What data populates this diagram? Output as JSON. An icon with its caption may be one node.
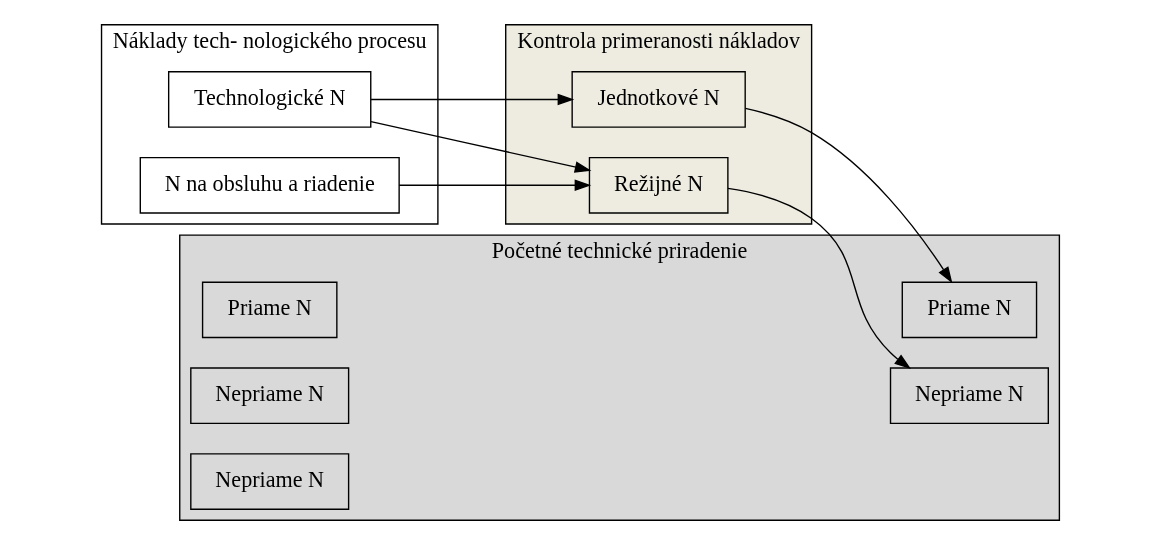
{
  "diagram": {
    "nodes": [
      {
        "text": [
          "Náklady tech- nologického procesu"
        ]
      },
      {
        "text": [
          "Technologické N"
        ],
        "in": 0
      },
      {
        "text": [
          "N na obsluhu a riadenie"
        ],
        "in": 0
      },
      {
        "text": [
          "Kontrola primeranosti nákladov"
        ]
      },
      {
        "text": [
          "Jednotkové N"
        ],
        "in": 3
      },
      {
        "text": [
          "Režijné N"
        ],
        "in": 3
      },
      {
        "text": [
          "Početné technické priradenie"
        ]
      },
      {
        "text": [
          "Priame N"
        ],
        "in": 6
      },
      {
        "text": [
          "Nepriame N"
        ],
        "in": 6
      },
      {
        "text": [
          "Priame N"
        ],
        "in": 6
      },
      {
        "text": [
          "Nepriame N"
        ],
        "in": 6
      },
      {
        "text": [
          "Nepriame N"
        ],
        "in": 6
      }
    ],
    "edges": [
      {
        "from": 1,
        "to": 4,
        "arrow": "to"
      },
      {
        "from": 1,
        "to": 5,
        "arrow": "to"
      },
      {
        "from": 2,
        "to": 5,
        "arrow": "to"
      },
      {
        "from": 4,
        "to": 7,
        "arrow": "to"
      },
      {
        "from": 5,
        "to": 8,
        "arrow": "to"
      }
    ]
  }
}
